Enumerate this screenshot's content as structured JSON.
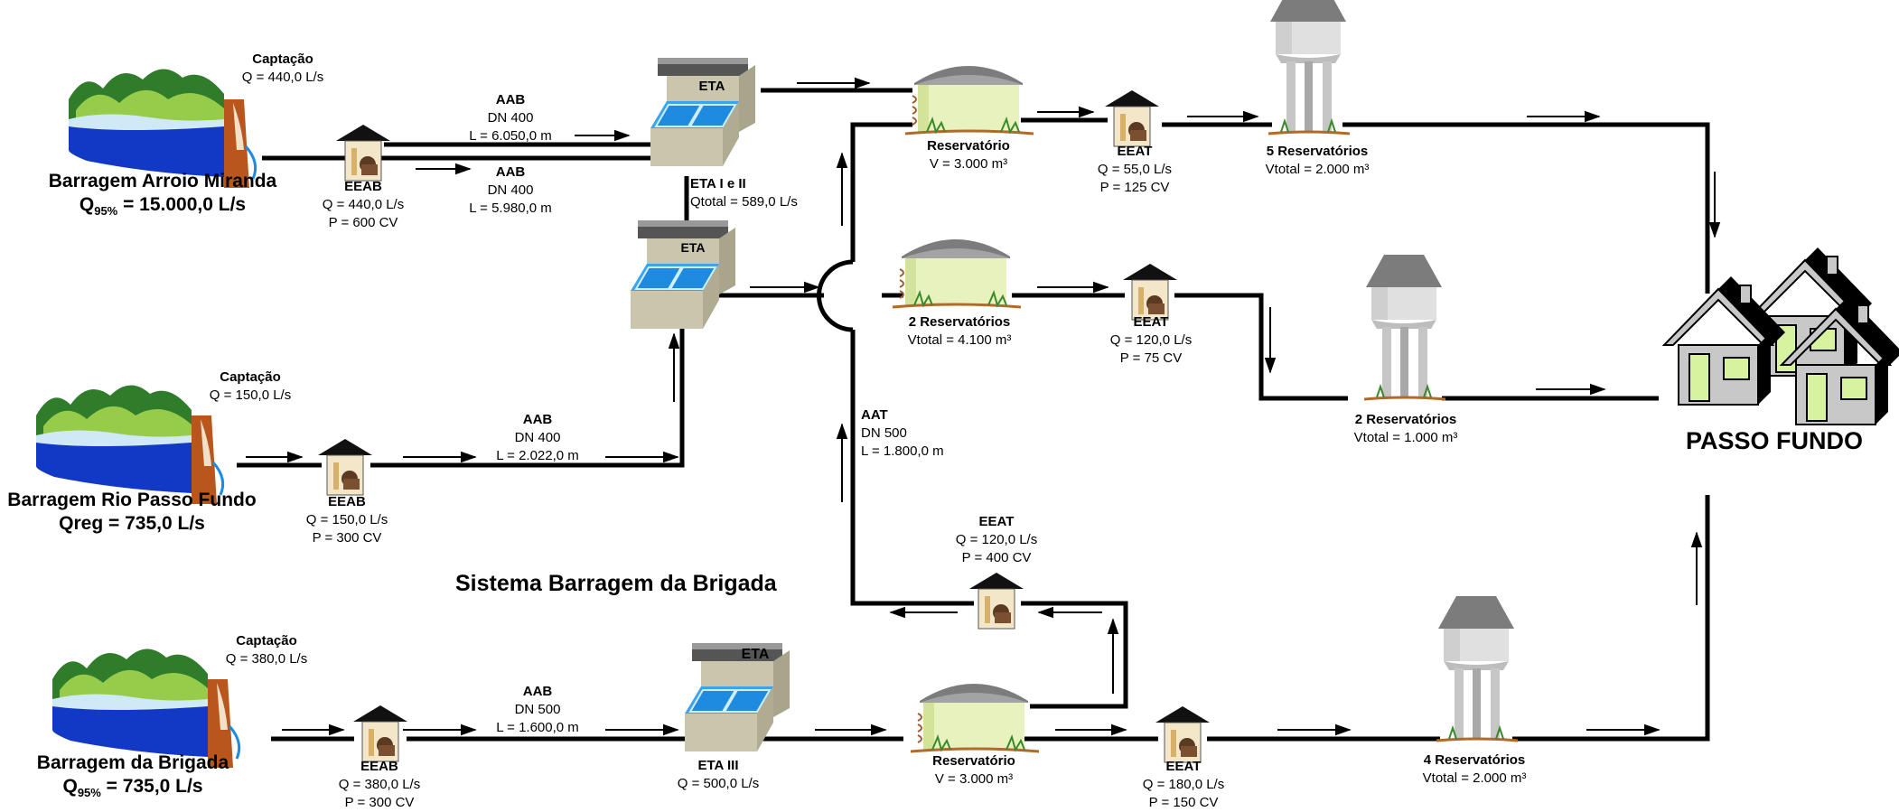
{
  "colors": {
    "pipe": "#000000",
    "water": "#1238c6",
    "water_light": "#cfe9f7",
    "hill_dark": "#2f7d2b",
    "hill_light": "#96cc4a",
    "dam": "#b8561e",
    "eta_body": "#c9c6ad",
    "eta_tank": "#1e8be0",
    "roof": "#111111",
    "reservoir_body": "#e8f2bf",
    "reservoir_roof": "#7c7c7c",
    "tower": "#cfcfcf",
    "house": "#c8c8c8",
    "house_window": "#d8f3a0"
  },
  "icons": {
    "source": "dam-hill-icon",
    "pump": "pump-station-icon",
    "treatment": "treatment-plant-icon",
    "reservoir": "reservoir-icon",
    "tower": "water-tower-icon",
    "city": "houses-icon"
  },
  "sources": {
    "miranda": {
      "captacao_title": "Captação",
      "captacao_value": "Q = 440,0 L/s",
      "name": "Barragem Arroio Miranda",
      "flow_symbol": "Q",
      "flow_sub": "95%",
      "flow_value": " = 15.000,0 L/s"
    },
    "passo_fundo": {
      "captacao_title": "Captação",
      "captacao_value": "Q = 150,0 L/s",
      "name": "Barragem Rio Passo Fundo",
      "flow_text": "Qreg = 735,0 L/s"
    },
    "brigada": {
      "captacao_title": "Captação",
      "captacao_value": "Q = 380,0 L/s",
      "name": "Barragem da Brigada",
      "flow_symbol": "Q",
      "flow_sub": "95%",
      "flow_value": " = 735,0 L/s"
    }
  },
  "pumps": {
    "eeab_miranda": {
      "title": "EEAB",
      "lines": [
        "Q = 440,0 L/s",
        "P = 600 CV"
      ]
    },
    "eeab_passo_fundo": {
      "title": "EEAB",
      "lines": [
        "Q = 150,0 L/s",
        "P = 300 CV"
      ]
    },
    "eeab_brigada": {
      "title": "EEAB",
      "lines": [
        "Q = 380,0 L/s",
        "P = 300 CV"
      ]
    },
    "eeat_top": {
      "title": "EEAT",
      "lines": [
        "Q = 55,0 L/s",
        "P = 125 CV"
      ]
    },
    "eeat_middle": {
      "title": "EEAT",
      "lines": [
        "Q = 120,0 L/s",
        "P = 75 CV"
      ]
    },
    "eeat_loop": {
      "title": "EEAT",
      "lines": [
        "Q = 120,0 L/s",
        "P = 400 CV"
      ]
    },
    "eeat_bottom": {
      "title": "EEAT",
      "lines": [
        "Q = 180,0 L/s",
        "P = 150 CV"
      ]
    }
  },
  "pipes": {
    "aab_1": {
      "title": "AAB",
      "lines": [
        "DN 400",
        "L = 6.050,0 m"
      ]
    },
    "aab_2": {
      "title": "AAB",
      "lines": [
        "DN 400",
        "L = 5.980,0 m"
      ]
    },
    "aab_3": {
      "title": "AAB",
      "lines": [
        "DN 400",
        "L = 2.022,0 m"
      ]
    },
    "aab_4": {
      "title": "AAB",
      "lines": [
        "DN 500",
        "L = 1.600,0 m"
      ]
    },
    "aat": {
      "title": "AAT",
      "lines": [
        "DN 500",
        "L = 1.800,0 m"
      ]
    }
  },
  "plants": {
    "eta_top": {
      "label": "ETA"
    },
    "eta_middle": {
      "label": "ETA"
    },
    "eta_bottom": {
      "label": "ETA"
    },
    "eta_1_2": {
      "title": "ETA I e II",
      "value": "Qtotal = 589,0 L/s"
    },
    "eta_3": {
      "title": "ETA III",
      "value": "Q = 500,0 L/s"
    }
  },
  "reservoirs": {
    "res_top": {
      "title": "Reservatório",
      "value": "V = 3.000 m³"
    },
    "res_middle": {
      "title": "2 Reservatórios",
      "value": "Vtotal = 4.100 m³"
    },
    "res_bottom": {
      "title": "Reservatório",
      "value": "V = 3.000 m³"
    }
  },
  "towers": {
    "tower_top": {
      "title": "5 Reservatórios",
      "value": "Vtotal = 2.000 m³"
    },
    "tower_middle": {
      "title": "2 Reservatórios",
      "value": "Vtotal = 1.000 m³"
    },
    "tower_bottom": {
      "title": "4 Reservatórios",
      "value": "Vtotal = 2.000 m³"
    }
  },
  "system_label": "Sistema Barragem da Brigada",
  "city_label": "PASSO FUNDO"
}
